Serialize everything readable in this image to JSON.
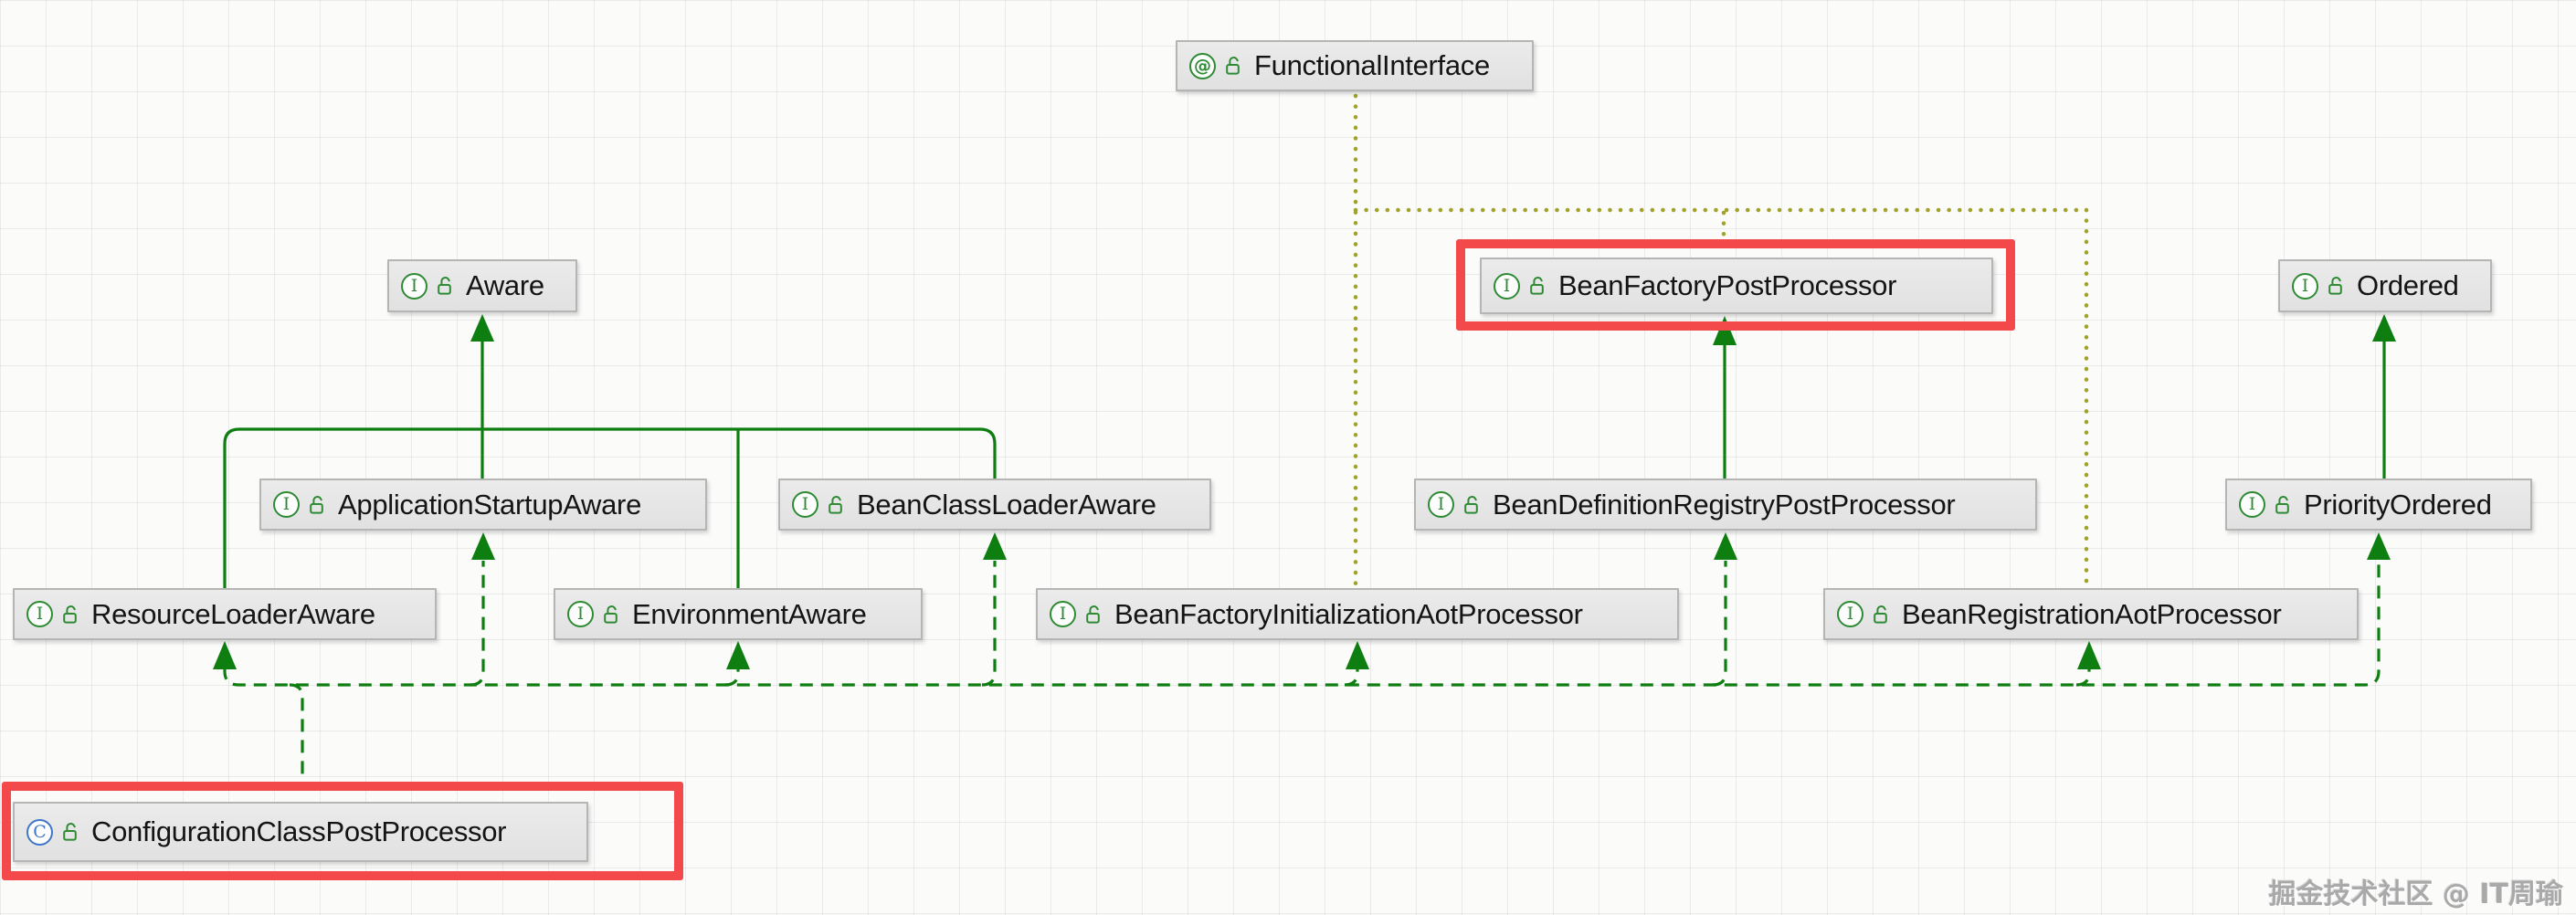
{
  "diagram_type": "uml-class-diagram",
  "colors": {
    "extends_edge": "#0e7e10",
    "implements_edge": "#0e7e10",
    "annotation_edge": "#a2a22b",
    "highlight_border": "#f3494b",
    "node_fill": "#e6e6e6",
    "node_border": "#b5b5b5",
    "interface_icon": "#2e8b34",
    "class_icon": "#4076c9"
  },
  "nodes": [
    {
      "id": "functional-interface",
      "label": "FunctionalInterface",
      "badge": "@",
      "kind": "annotation",
      "highlighted": false
    },
    {
      "id": "aware",
      "label": "Aware",
      "badge": "I",
      "kind": "interface",
      "highlighted": false
    },
    {
      "id": "bean-factory-post-processor",
      "label": "BeanFactoryPostProcessor",
      "badge": "I",
      "kind": "interface",
      "highlighted": true
    },
    {
      "id": "ordered",
      "label": "Ordered",
      "badge": "I",
      "kind": "interface",
      "highlighted": false
    },
    {
      "id": "application-startup-aware",
      "label": "ApplicationStartupAware",
      "badge": "I",
      "kind": "interface",
      "highlighted": false
    },
    {
      "id": "bean-class-loader-aware",
      "label": "BeanClassLoaderAware",
      "badge": "I",
      "kind": "interface",
      "highlighted": false
    },
    {
      "id": "bean-definition-registry-post-processor",
      "label": "BeanDefinitionRegistryPostProcessor",
      "badge": "I",
      "kind": "interface",
      "highlighted": false
    },
    {
      "id": "priority-ordered",
      "label": "PriorityOrdered",
      "badge": "I",
      "kind": "interface",
      "highlighted": false
    },
    {
      "id": "resource-loader-aware",
      "label": "ResourceLoaderAware",
      "badge": "I",
      "kind": "interface",
      "highlighted": false
    },
    {
      "id": "environment-aware",
      "label": "EnvironmentAware",
      "badge": "I",
      "kind": "interface",
      "highlighted": false
    },
    {
      "id": "bean-factory-initialization-aot-processor",
      "label": "BeanFactoryInitializationAotProcessor",
      "badge": "I",
      "kind": "interface",
      "highlighted": false
    },
    {
      "id": "bean-registration-aot-processor",
      "label": "BeanRegistrationAotProcessor",
      "badge": "I",
      "kind": "interface",
      "highlighted": false
    },
    {
      "id": "configuration-class-post-processor",
      "label": "ConfigurationClassPostProcessor",
      "badge": "C",
      "kind": "class",
      "highlighted": true
    }
  ],
  "edges": [
    {
      "from": "resource-loader-aware",
      "to": "aware",
      "type": "extends"
    },
    {
      "from": "application-startup-aware",
      "to": "aware",
      "type": "extends"
    },
    {
      "from": "environment-aware",
      "to": "aware",
      "type": "extends"
    },
    {
      "from": "bean-class-loader-aware",
      "to": "aware",
      "type": "extends"
    },
    {
      "from": "bean-definition-registry-post-processor",
      "to": "bean-factory-post-processor",
      "type": "extends"
    },
    {
      "from": "priority-ordered",
      "to": "ordered",
      "type": "extends"
    },
    {
      "from": "configuration-class-post-processor",
      "to": "resource-loader-aware",
      "type": "implements"
    },
    {
      "from": "configuration-class-post-processor",
      "to": "application-startup-aware",
      "type": "implements"
    },
    {
      "from": "configuration-class-post-processor",
      "to": "environment-aware",
      "type": "implements"
    },
    {
      "from": "configuration-class-post-processor",
      "to": "bean-class-loader-aware",
      "type": "implements"
    },
    {
      "from": "configuration-class-post-processor",
      "to": "bean-factory-initialization-aot-processor",
      "type": "implements"
    },
    {
      "from": "configuration-class-post-processor",
      "to": "bean-definition-registry-post-processor",
      "type": "implements"
    },
    {
      "from": "configuration-class-post-processor",
      "to": "bean-registration-aot-processor",
      "type": "implements"
    },
    {
      "from": "configuration-class-post-processor",
      "to": "priority-ordered",
      "type": "implements"
    },
    {
      "from": "functional-interface",
      "to": "bean-factory-post-processor",
      "type": "annotation"
    },
    {
      "from": "functional-interface",
      "to": "bean-factory-initialization-aot-processor",
      "type": "annotation"
    },
    {
      "from": "functional-interface",
      "to": "bean-registration-aot-processor",
      "type": "annotation"
    }
  ],
  "watermark": "掘金技术社区 @ IT周瑜"
}
